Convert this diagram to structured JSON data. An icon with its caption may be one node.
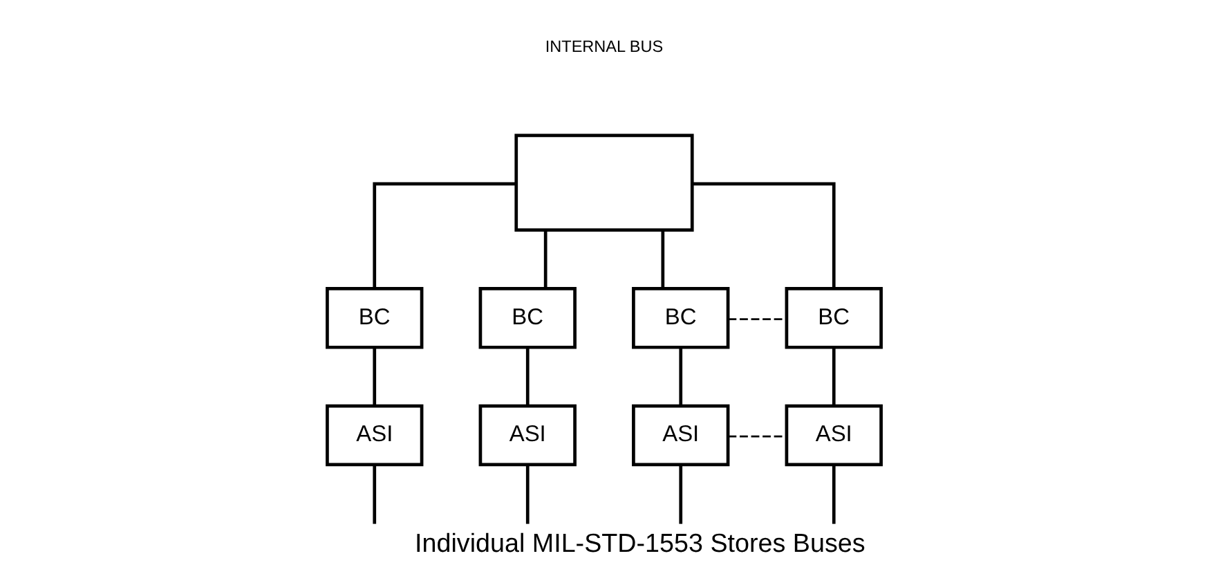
{
  "diagram": {
    "caption": "Individual MIL-STD-1553 Stores Buses",
    "nodes": [
      {
        "text": [],
        "shape": "box"
      },
      {
        "text": [
          "BC"
        ]
      },
      {
        "text": [
          "BC"
        ]
      },
      {
        "text": [
          "BC"
        ]
      },
      {
        "text": [
          "BC"
        ]
      },
      {
        "text": [
          "ASI"
        ]
      },
      {
        "text": [
          "ASI"
        ]
      },
      {
        "text": [
          "ASI"
        ]
      },
      {
        "text": [
          "ASI"
        ]
      }
    ],
    "edges": [
      {
        "from": 0,
        "to": 1,
        "arrow": "none"
      },
      {
        "from": 0,
        "to": 2,
        "arrow": "none"
      },
      {
        "from": 0,
        "to": 3,
        "arrow": "none"
      },
      {
        "from": 0,
        "to": 4,
        "arrow": "none"
      },
      {
        "from": 1,
        "to": 5,
        "arrow": "none"
      },
      {
        "from": 2,
        "to": 6,
        "arrow": "none"
      },
      {
        "from": 3,
        "to": 7,
        "arrow": "none"
      },
      {
        "from": 4,
        "to": 8,
        "arrow": "none"
      },
      {
        "from": 3,
        "to": 4,
        "arrow": "none",
        "style": "dashed"
      },
      {
        "from": 7,
        "to": 8,
        "arrow": "none",
        "style": "dashed"
      },
      {
        "from": 5,
        "to": null,
        "arrow": "none"
      },
      {
        "from": 6,
        "to": null,
        "arrow": "none"
      },
      {
        "from": 7,
        "to": null,
        "arrow": "none"
      },
      {
        "from": 8,
        "to": null,
        "arrow": "none"
      }
    ],
    "labels": [
      "INTERNAL BUS"
    ]
  }
}
